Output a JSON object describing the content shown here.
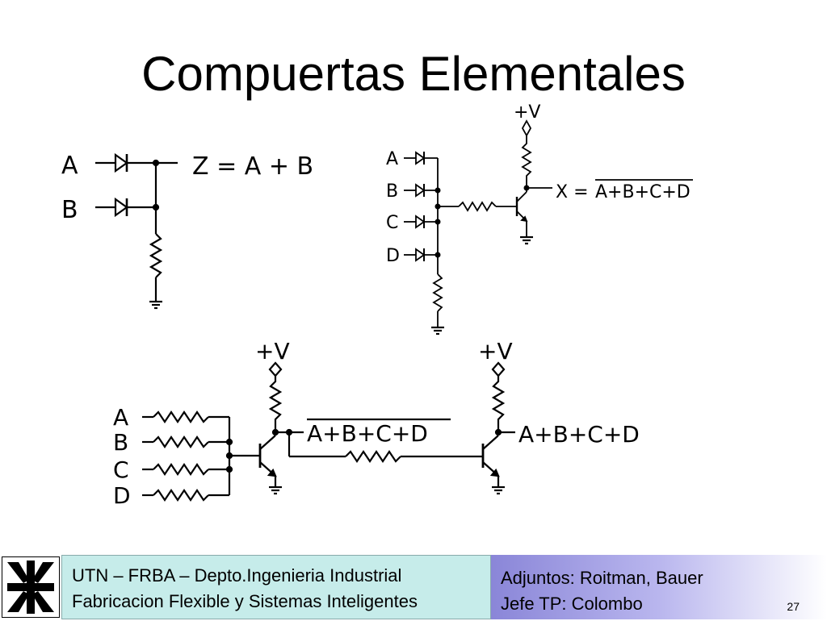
{
  "slide": {
    "title": "Compuertas Elementales",
    "page_number": "27"
  },
  "diagram1": {
    "input_a": "A",
    "input_b": "B",
    "output": "Z = A + B"
  },
  "diagram2": {
    "supply": "+V",
    "input_a": "A",
    "input_b": "B",
    "input_c": "C",
    "input_d": "D",
    "output_prefix": "X =",
    "output_overlined": "A+B+C+D"
  },
  "diagram3": {
    "supply_1": "+V",
    "supply_2": "+V",
    "input_a": "A",
    "input_b": "B",
    "input_c": "C",
    "input_d": "D",
    "nor_output": "A+B+C+D",
    "or_output": "A+B+C+D"
  },
  "footer": {
    "left_line1": "UTN – FRBA – Depto.Ingenieria Industrial",
    "left_line2": "Fabricacion Flexible y Sistemas Inteligentes",
    "right_line1": "Adjuntos: Roitman, Bauer",
    "right_line2": "Jefe TP: Colombo"
  },
  "colors": {
    "footer_left_bg": "#c6ecea",
    "footer_right_gradient_start": "#8a86d8"
  }
}
